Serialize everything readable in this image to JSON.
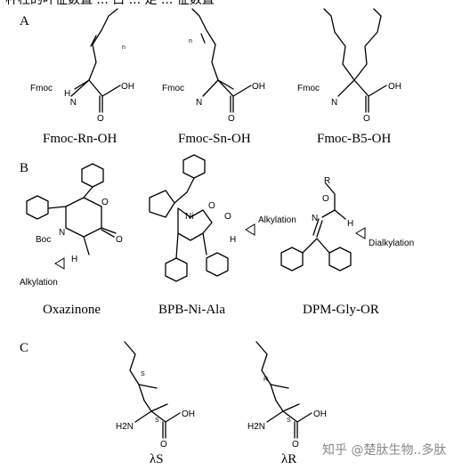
{
  "top_text": "杆枉的叶征数直 ... 白 ... 足 ... 征数直",
  "sections": {
    "a": "A",
    "b": "B",
    "c": "C"
  },
  "captions": {
    "fmoc_rn": "Fmoc-Rn-OH",
    "fmoc_sn": "Fmoc-Sn-OH",
    "fmoc_b5": "Fmoc-B5-OH",
    "oxazinone": "Oxazinone",
    "bpb": "BPB-Ni-Ala",
    "dpm": "DPM-Gly-OR",
    "lambda_s": "λS",
    "lambda_r": "λR"
  },
  "labels": {
    "fmoc": "Fmoc",
    "n": "N",
    "h": "H",
    "o": "O",
    "oh": "OH",
    "nh2": "H2N",
    "n_sub": "n",
    "boc": "Boc",
    "ni": "Ni",
    "r": "R",
    "s": "S",
    "alkylation": "Alkylation",
    "dialkylation": "Dialkylation"
  },
  "watermark": "知乎 @楚肽生物..多肽"
}
